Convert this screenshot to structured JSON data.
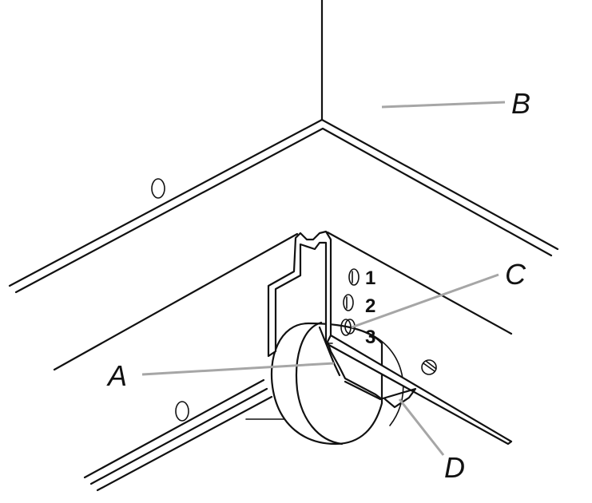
{
  "callouts": {
    "a": "A",
    "b": "B",
    "c": "C",
    "d": "D"
  },
  "positions": {
    "one": "1",
    "two": "2",
    "three": "3"
  }
}
